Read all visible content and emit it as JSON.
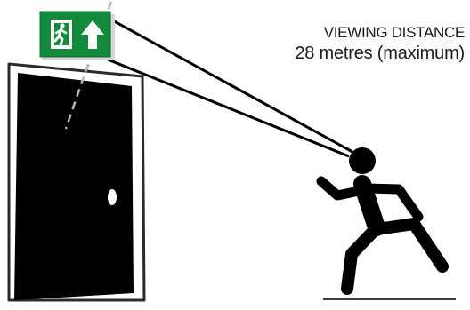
{
  "caption": {
    "line1": "VIEWING DISTANCE",
    "line2": "28 metres (maximum)"
  },
  "colors": {
    "sign_green": "#138a3c",
    "sign_white": "#ffffff",
    "ink": "#000000",
    "sightline_dash": "#b9b9b9"
  },
  "icons": {
    "exit_sign": "emergency-exit-running-man-arrow",
    "door": "open-door",
    "runner": "running-person"
  }
}
